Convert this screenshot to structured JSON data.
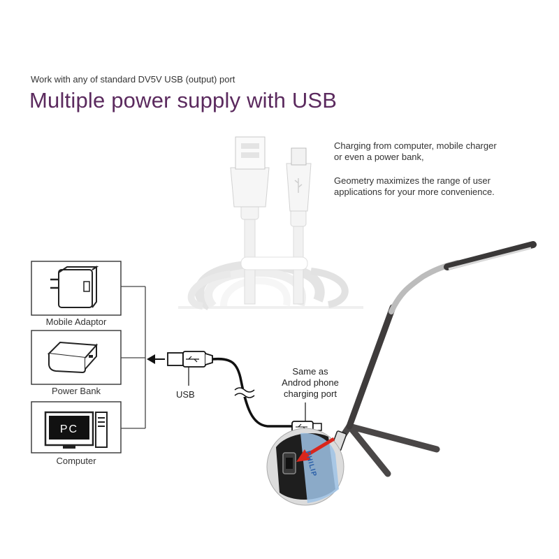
{
  "header": {
    "subtitle": "Work with any of standard DV5V USB (output) port",
    "title": "Multiple power supply with USB"
  },
  "description": {
    "line1": "Charging from computer, mobile charger",
    "line2": "or even a power bank,",
    "line3": "Geometry maximizes the range of user",
    "line4": "applications for your more convenience."
  },
  "sources": [
    {
      "label": "Mobile Adaptor",
      "icon": "wall-adapter-icon"
    },
    {
      "label": "Power Bank",
      "icon": "power-bank-icon"
    },
    {
      "label": "Computer",
      "icon": "computer-icon",
      "screen_text": "PC"
    }
  ],
  "connector": {
    "usb_label": "USB",
    "port_line1": "Same as",
    "port_line2": "Androd phone",
    "port_line3": "charging port"
  },
  "lamp": {
    "brand_text": "PHILIP"
  },
  "colors": {
    "title": "#5b2a5e",
    "arrow_red": "#d9261c",
    "lamp_body": "#4a4747",
    "cable_white": "#f2f2f2"
  }
}
